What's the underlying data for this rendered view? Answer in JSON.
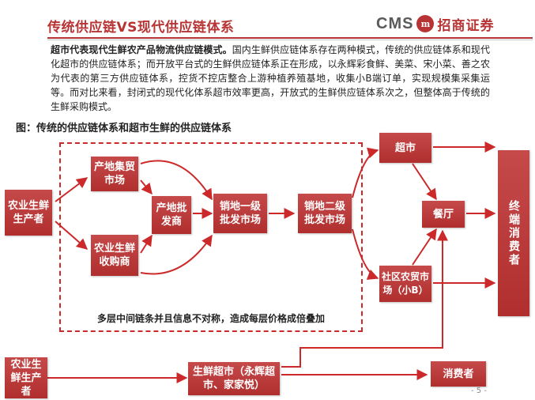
{
  "header": {
    "title": "传统供应链VS现代供应链体系",
    "logo_text": "CMS",
    "logo_mark": "m",
    "logo_cn": "招商证券"
  },
  "intro": {
    "bold": "超市代表现代生鲜农产品物流供应链模式。",
    "body": "国内生鲜供应链体系存在两种模式，传统的供应链体系和现代化超市的供应链体系；而开放平台式的生鲜供应链体系正在形成，以永辉彩食鲜、美菜、宋小菜、善之农为代表的第三方供应链体系，控货不控店整合上游种植养殖基地，收集小B端订单，实现规模集采集运等。而对比来看，封闭式的现代化体系超市效率更高，开放式的生鲜供应链体系次之，但整体高于传统的生鲜采购模式。"
  },
  "figure": {
    "caption": "图：传统的供应链体系和超市生鲜的供应链体系",
    "note": "多层中间链条并且信息不对称，造成每层价格成倍叠加",
    "nodes": {
      "farmer_top": "农业生鲜生产者",
      "origin_market": "产地集贸市场",
      "collector": "农业生鲜收购商",
      "origin_wholesaler": "产地批发商",
      "primary_wholesale": "销地一级批发市场",
      "secondary_wholesale": "销地二级批发市场",
      "supermarket": "超市",
      "restaurant": "餐厅",
      "community_market": "社区农贸市场（小B）",
      "end_consumer": "终端消费者",
      "farmer_bottom": "农业生鲜生产者",
      "fresh_supermarket": "生鲜超市（永辉超市、家家悦）",
      "consumer_bottom": "消费者"
    }
  },
  "footer": {
    "page": "- 5 -"
  },
  "colors": {
    "accent": "#b83434",
    "arrow": "#cc2a2a"
  }
}
